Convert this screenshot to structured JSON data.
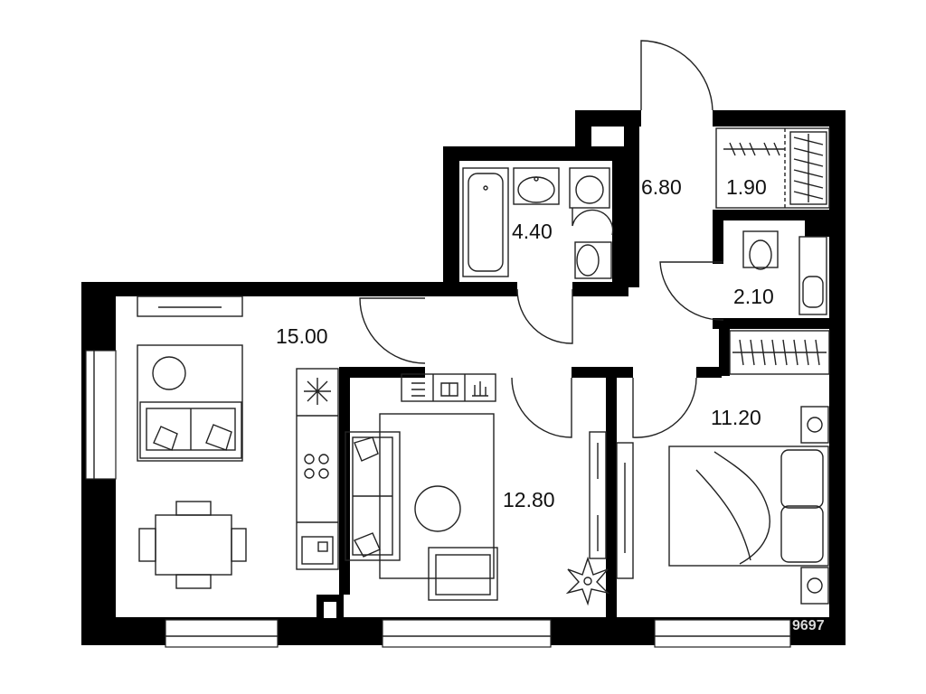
{
  "rooms": [
    {
      "area": "15.00"
    },
    {
      "area": "4.40"
    },
    {
      "area": "6.80"
    },
    {
      "area": "1.90"
    },
    {
      "area": "2.10"
    },
    {
      "area": "12.80"
    },
    {
      "area": "11.20"
    }
  ],
  "watermark": "9697",
  "colors": {
    "wall": "#000000",
    "background": "#ffffff",
    "line": "#222222"
  }
}
